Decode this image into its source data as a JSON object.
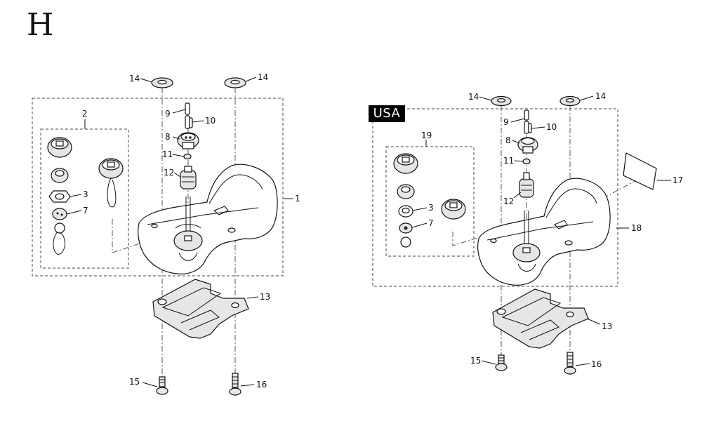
{
  "section_letter": "H",
  "region_badge": "USA",
  "left_assembly": {
    "callouts": {
      "p14a": "14",
      "p14b": "14",
      "p2": "2",
      "p9": "9",
      "p10": "10",
      "p8": "8",
      "p11": "11",
      "p12": "12",
      "p3": "3",
      "p7": "7",
      "p1": "1",
      "p13": "13",
      "p15": "15",
      "p16": "16"
    }
  },
  "right_assembly": {
    "callouts": {
      "p14a": "14",
      "p14b": "14",
      "p19": "19",
      "p9": "9",
      "p10": "10",
      "p8": "8",
      "p11": "11",
      "p12": "12",
      "p3": "3",
      "p7": "7",
      "p17": "17",
      "p18": "18",
      "p13": "13",
      "p15": "15",
      "p16": "16"
    }
  }
}
